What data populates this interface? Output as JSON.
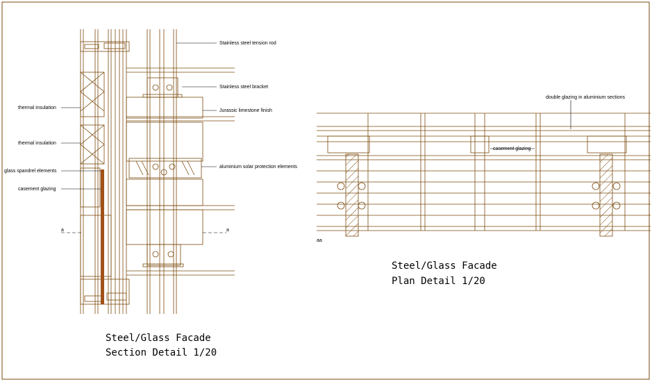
{
  "section": {
    "labels": {
      "tension_rod": "Stainless steel tension rod",
      "bracket": "Stainless steel bracket",
      "limestone": "Jurassic limestone finish",
      "solar": "aluminium solar protection elements",
      "thermal1": "thermal insulation",
      "thermal2": "thermal insulation",
      "spandrel": "glass spandrel elements",
      "casement": "casement glazing",
      "cut_left": "a",
      "cut_right": "a"
    },
    "title": "Steel/Glass Facade",
    "subtitle": "Section Detail 1/20"
  },
  "plan": {
    "labels": {
      "double_glazing": "double glazing in aluminium sections",
      "casement": "casement glazing",
      "cut": "aa"
    },
    "title": "Steel/Glass Facade",
    "subtitle": "Plan Detail 1/20"
  },
  "colors": {
    "line": "#7a4a0c",
    "dark": "#a0521a",
    "text": "#000000",
    "frame": "#7a4a0c"
  }
}
